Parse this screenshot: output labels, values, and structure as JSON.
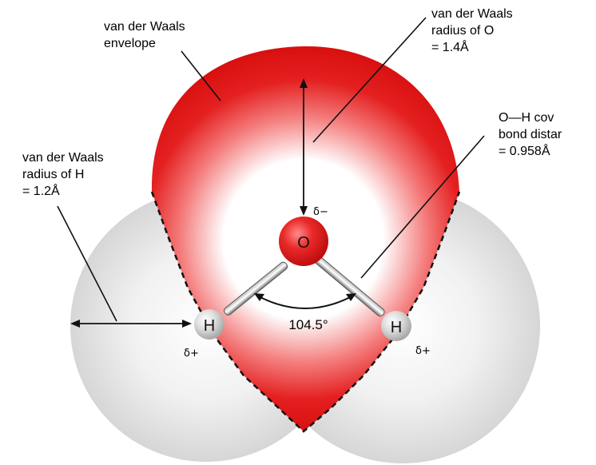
{
  "labels": {
    "envelope_line1": "van der Waals",
    "envelope_line2": "envelope",
    "radius_o_line1": "van der Waals",
    "radius_o_line2": "radius of O",
    "radius_o_line3": "=  1.4Å",
    "radius_h_line1": "van der Waals",
    "radius_h_line2": "radius of H",
    "radius_h_line3": "=  1.2Å",
    "bond_line1": "O—H cov",
    "bond_line2": "bond distar",
    "bond_line3": "= 0.958Å",
    "angle": "104.5°"
  },
  "atoms": {
    "oxygen": "O",
    "hydrogen_left": "H",
    "hydrogen_right": "H"
  },
  "charges": {
    "oxygen": "δ−",
    "hydrogen_left": "δ+",
    "hydrogen_right": "δ+"
  },
  "colors": {
    "envelope_red": "#e01010",
    "oxygen_red": "#e52222",
    "hydrogen_gray": "#d8d8d8",
    "sphere_gray": "#e4e4e4"
  }
}
